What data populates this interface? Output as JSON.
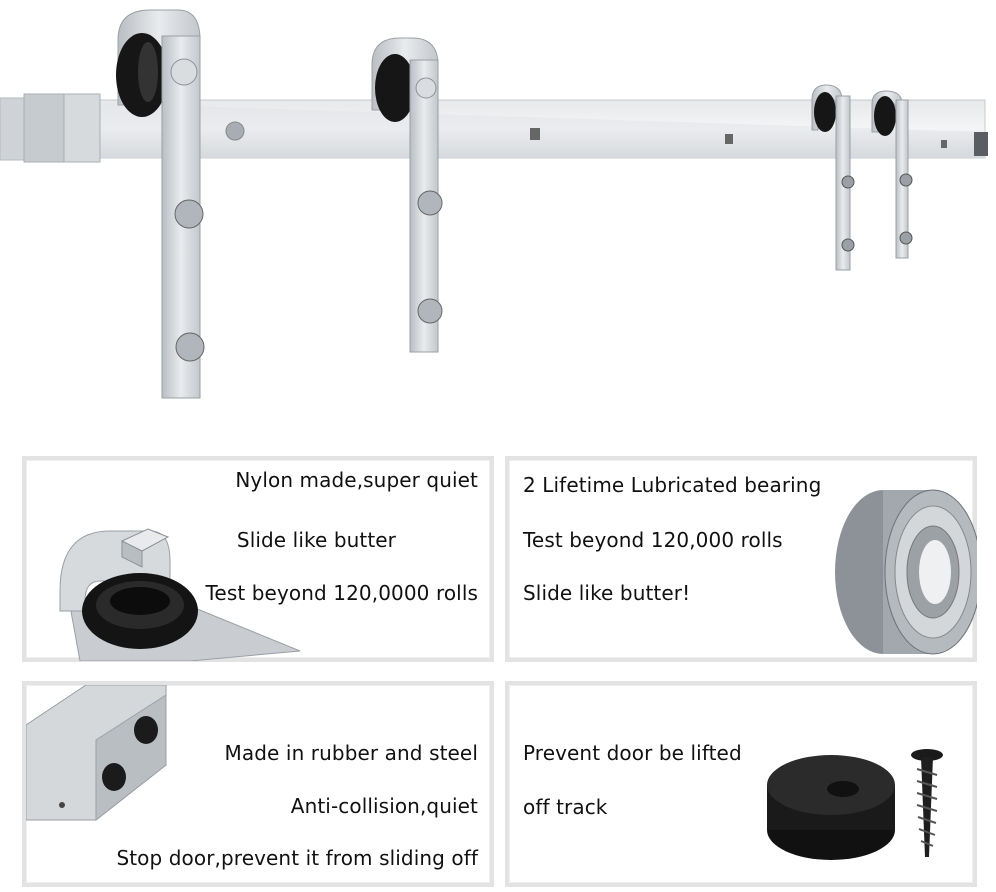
{
  "panels": {
    "wheel": {
      "lines": [
        "Nylon made,super quiet",
        "Slide like butter",
        "Test beyond 120,0000 rolls"
      ],
      "icon": "nylon-wheel-hanger-icon"
    },
    "bearing": {
      "lines": [
        "2 Lifetime Lubricated bearing",
        "Test beyond 120,000 rolls",
        "Slide like butter!"
      ],
      "icon": "ball-bearing-icon"
    },
    "stopper": {
      "lines": [
        "Made in rubber and steel",
        "Anti-collision,quiet",
        "Stop door,prevent it from sliding off"
      ],
      "icon": "track-stopper-icon"
    },
    "guide": {
      "lines": [
        "Prevent door be lifted",
        "off track"
      ],
      "icon": "anti-jump-disc-and-screw-icon"
    }
  },
  "colors": {
    "steel": "#c9cdd1",
    "steel_dark": "#9aa0a6",
    "wheel": "#161616",
    "panel_border": "#e3e3e3"
  }
}
